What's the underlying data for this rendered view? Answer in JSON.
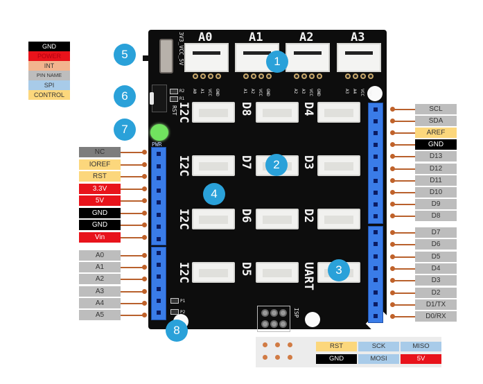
{
  "colors": {
    "gnd": "#000000",
    "power": "#e8131b",
    "int": "#f2b48e",
    "pin_name": "#bdbdbd",
    "spi": "#a8cbe9",
    "control": "#fcd77c",
    "nc": "#7d7d7d",
    "badge": "#2aa1d9",
    "header": "#3a7ce8",
    "wire": "#b8602c"
  },
  "legend": [
    {
      "label": "GND",
      "kind": "gnd"
    },
    {
      "label": "POWER",
      "kind": "power"
    },
    {
      "label": "INT",
      "kind": "int"
    },
    {
      "label": "PIN NAME",
      "kind": "pin_name"
    },
    {
      "label": "SPI",
      "kind": "spi"
    },
    {
      "label": "CONTROL",
      "kind": "control"
    }
  ],
  "left_power_pins": [
    {
      "label": "NC",
      "kind": "nc"
    },
    {
      "label": "IOREF",
      "kind": "control"
    },
    {
      "label": "RST",
      "kind": "control"
    },
    {
      "label": "3.3V",
      "kind": "power"
    },
    {
      "label": "5V",
      "kind": "power"
    },
    {
      "label": "GND",
      "kind": "gnd"
    },
    {
      "label": "GND",
      "kind": "gnd"
    },
    {
      "label": "Vin",
      "kind": "power"
    }
  ],
  "left_analog_pins": [
    {
      "label": "A0",
      "kind": "pin_name"
    },
    {
      "label": "A1",
      "kind": "pin_name"
    },
    {
      "label": "A2",
      "kind": "pin_name"
    },
    {
      "label": "A3",
      "kind": "pin_name"
    },
    {
      "label": "A4",
      "kind": "pin_name"
    },
    {
      "label": "A5",
      "kind": "pin_name"
    }
  ],
  "right_upper_pins": [
    {
      "label": "SCL",
      "kind": "pin_name"
    },
    {
      "label": "SDA",
      "kind": "pin_name"
    },
    {
      "label": "AREF",
      "kind": "control"
    },
    {
      "label": "GND",
      "kind": "gnd"
    },
    {
      "label": "D13",
      "kind": "pin_name"
    },
    {
      "label": "D12",
      "kind": "pin_name"
    },
    {
      "label": "D11",
      "kind": "pin_name"
    },
    {
      "label": "D10",
      "kind": "pin_name"
    },
    {
      "label": "D9",
      "kind": "pin_name"
    },
    {
      "label": "D8",
      "kind": "pin_name"
    }
  ],
  "right_lower_pins": [
    {
      "label": "D7",
      "kind": "pin_name"
    },
    {
      "label": "D6",
      "kind": "pin_name"
    },
    {
      "label": "D5",
      "kind": "pin_name"
    },
    {
      "label": "D4",
      "kind": "pin_name"
    },
    {
      "label": "D3",
      "kind": "pin_name"
    },
    {
      "label": "D2",
      "kind": "pin_name"
    },
    {
      "label": "D1/TX",
      "kind": "pin_name"
    },
    {
      "label": "D0/RX",
      "kind": "pin_name"
    }
  ],
  "board": {
    "analog_ports": [
      "A0",
      "A1",
      "A2",
      "A3"
    ],
    "analog_port_pins": [
      [
        "A0",
        "A1",
        "VCC",
        "GND"
      ],
      [
        "A1",
        "A2",
        "VCC",
        "GND"
      ],
      [
        "A2",
        "A3",
        "VCC",
        "GND"
      ],
      [
        "A3",
        "A4",
        "VCC",
        "GND"
      ]
    ],
    "grid_rows": [
      {
        "left": "I2C",
        "mid": "D8",
        "right": "D4"
      },
      {
        "left": "I2C",
        "mid": "D7",
        "right": "D3"
      },
      {
        "left": "I2C",
        "mid": "D6",
        "right": "D2"
      },
      {
        "left": "I2C",
        "mid": "D5",
        "right": "UART"
      }
    ],
    "switch_label": "3V3_VCC_5V",
    "reset_label": "RST",
    "power_led_label": "PWR",
    "isp_label": "ISP",
    "r_labels": [
      "R2",
      "R1"
    ],
    "p_labels": [
      "P1",
      "P2"
    ]
  },
  "badges": [
    "1",
    "2",
    "3",
    "4",
    "5",
    "6",
    "7",
    "8"
  ],
  "isp_map": {
    "cells": [
      {
        "label": "RST",
        "kind": "control"
      },
      {
        "label": "SCK",
        "kind": "spi"
      },
      {
        "label": "MISO",
        "kind": "spi"
      },
      {
        "label": "GND",
        "kind": "gnd"
      },
      {
        "label": "MOSI",
        "kind": "spi"
      },
      {
        "label": "5V",
        "kind": "power"
      }
    ]
  }
}
